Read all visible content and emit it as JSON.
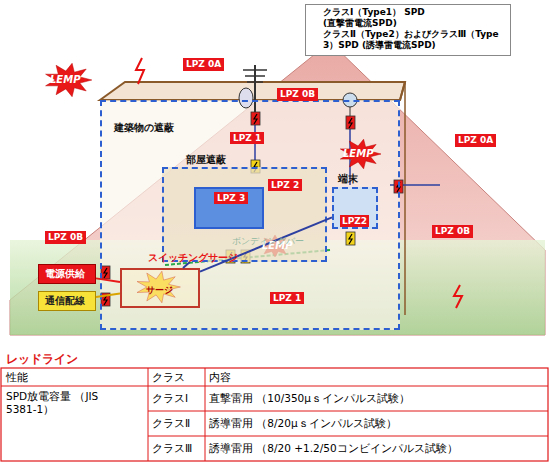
{
  "diagram": {
    "title": "レッドライン",
    "nodes": [
      {
        "text": [
          "建築物の遮蔽",
          "LPZ 1",
          "LPZ 1"
        ]
      },
      {
        "text": [
          "部屋遮蔽",
          "LPZ 2"
        ],
        "in": 0
      },
      {
        "text": [
          "LPZ 3"
        ],
        "in": 1
      },
      {
        "text": [
          "端末",
          "LPZ2"
        ],
        "in": 0
      },
      {
        "text": [
          "電源供給"
        ]
      },
      {
        "text": [
          "通信配線"
        ]
      },
      {
        "text": [
          "サージ"
        ],
        "in": 0
      }
    ],
    "edges": [
      {
        "from": 4,
        "to": 6,
        "arrow": "none"
      },
      {
        "from": 5,
        "to": 6,
        "arrow": "none"
      },
      {
        "from": 6,
        "to": 1,
        "arrow": "none"
      },
      {
        "from": 6,
        "to": 3,
        "arrow": "none"
      }
    ],
    "labels": [
      "LEMP",
      "LPZ 0A",
      "LPZ 0B",
      "LEMP",
      "LEMP",
      "LPZ 0A",
      "LPZ 0B",
      "LPZ 0B",
      "スイッチングサージ",
      "ボンディングバー",
      "性能",
      "クラス",
      "内容",
      "SPD放電容量 （JIS 5381-1）",
      "クラスⅠ",
      "直撃雷用 （10/350μｓインパルス試験）",
      "クラスⅡ",
      "誘導雷用 （8/20μｓインパルス試験）",
      "クラスⅢ",
      "誘導雷用 （8/20 +1.2/50コンビインパルス試験）"
    ],
    "legend": [
      {
        "text": "クラスⅠ（Type1） SPD (直撃雷電流SPD)"
      },
      {
        "text": "クラスⅡ（Type2）およびクラスⅢ（Type 3）SPD (誘導雷電流SPD)"
      }
    ]
  }
}
